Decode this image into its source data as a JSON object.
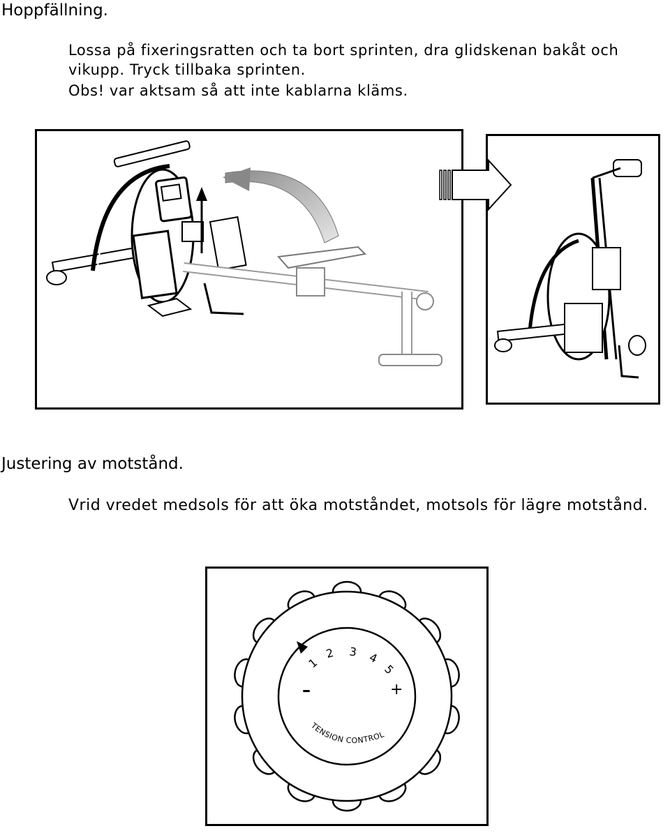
{
  "section1": {
    "heading": "Hoppfällning.",
    "lines": [
      "Lossa på fixeringsratten och ta bort sprinten, dra glidskenan bakåt och",
      "vikupp. Tryck tillbaka sprinten.",
      "Obs!  var aktsam så att inte kablarna kläms."
    ]
  },
  "section2": {
    "heading": "Justering av motstånd.",
    "text": "Vrid vredet medsols för att öka motståndet, motsols för lägre motstånd."
  },
  "dial": {
    "numbers": [
      "1",
      "2",
      "3",
      "4",
      "5"
    ],
    "minus": "–",
    "plus": "+",
    "label": "TENSION CONTROL"
  }
}
